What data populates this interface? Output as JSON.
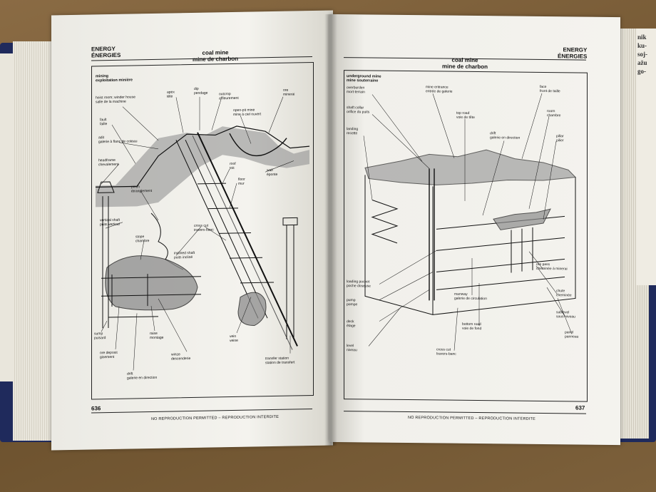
{
  "left_page": {
    "header_en": "ENERGY",
    "header_fr": "ÉNERGIES",
    "title_en": "coal mine",
    "title_fr": "mine de charbon",
    "section_en": "mining",
    "section_fr": "exploitation minière",
    "labels": {
      "hoist_room_en": "hoist room; winder house",
      "hoist_room_fr": "salle de la machine",
      "apex_en": "apex",
      "apex_fr": "tête",
      "dip_en": "dip",
      "dip_fr": "pendage",
      "outcrop_en": "outcrop",
      "outcrop_fr": "affleurement",
      "ore_en": "ore",
      "ore_fr": "minerai",
      "fault_en": "fault",
      "fault_fr": "faille",
      "open_pit_en": "open-pit mine",
      "open_pit_fr": "mine à ciel ouvert",
      "adit_en": "adit",
      "adit_fr": "galerie à flanc de coteau",
      "headframe_en": "headframe",
      "headframe_fr": "chevalement",
      "roof_en": "roof",
      "roof_fr": "toit",
      "floor_en": "floor",
      "floor_fr": "mur",
      "wall_en": "wall",
      "wall_fr": "éponte",
      "pinch_en": "pinch",
      "pinch_fr": "étranglement",
      "vertical_shaft_en": "vertical shaft",
      "vertical_shaft_fr": "puits vertical",
      "cross_cut_en": "cross cut",
      "cross_cut_fr": "travers-banc",
      "stope_en": "stope",
      "stope_fr": "chambre",
      "inclined_shaft_en": "inclined shaft",
      "inclined_shaft_fr": "puits incliné",
      "sump_en": "sump",
      "sump_fr": "puisard",
      "raise_en": "raise",
      "raise_fr": "montage",
      "vein_en": "vein",
      "vein_fr": "veine",
      "ore_deposit_en": "ore deposit",
      "ore_deposit_fr": "gisement",
      "winze_en": "winze",
      "winze_fr": "descenderie",
      "transfer_station_en": "transfer station",
      "transfer_station_fr": "station de transfert",
      "drift_en": "drift",
      "drift_fr": "galerie en direction"
    },
    "page_number": "636",
    "footer": "NO REPRODUCTION PERMITTED – REPRODUCTION INTERDITE"
  },
  "right_page": {
    "header_en": "ENERGY",
    "header_fr": "ÉNERGIES",
    "title_en": "coal mine",
    "title_fr": "mine de charbon",
    "section_en": "underground mine",
    "section_fr": "mine souterraine",
    "labels": {
      "overburden_en": "overburden",
      "overburden_fr": "mort-terrain",
      "mine_entrance_en": "mine entrance",
      "mine_entrance_fr": "entrée de galerie",
      "face_en": "face",
      "face_fr": "front de taille",
      "shaft_collar_en": "shaft collar",
      "shaft_collar_fr": "orifice du puits",
      "top_road_en": "top road",
      "top_road_fr": "voie de tête",
      "room_en": "room",
      "room_fr": "chambre",
      "landing_en": "landing",
      "landing_fr": "recette",
      "drift_en": "drift",
      "drift_fr": "galerie en direction",
      "pillar_en": "pillar",
      "pillar_fr": "pilier",
      "ore_pass_en": "ore pass",
      "ore_pass_fr": "cheminée à minerai",
      "loading_pocket_en": "loading pocket",
      "loading_pocket_fr": "poche doseuse",
      "chute_en": "chute",
      "chute_fr": "cheminée",
      "pump_en": "pump",
      "pump_fr": "pompe",
      "manway_en": "manway",
      "manway_fr": "galerie de circulation",
      "sublevel_en": "sublevel",
      "sublevel_fr": "sous-niveau",
      "deck_en": "deck",
      "deck_fr": "étage",
      "bottom_road_en": "bottom road",
      "bottom_road_fr": "voie de fond",
      "panel_en": "panel",
      "panel_fr": "panneau",
      "level_en": "level",
      "level_fr": "niveau",
      "cross_cut_en": "cross cut",
      "cross_cut_fr": "travers-banc"
    },
    "page_number": "637",
    "footer": "NO REPRODUCTION PERMITTED – REPRODUCTION INTERDITE"
  },
  "edge_text": {
    "right_strip": "nik\nku-\nsoj-\nažu\ngo-"
  },
  "colors": {
    "table": "#7a5e38",
    "cover": "#1f2a5c",
    "paper": "#f2f1ec",
    "ink": "#111111",
    "rock_fill": "#9a9a9a"
  }
}
